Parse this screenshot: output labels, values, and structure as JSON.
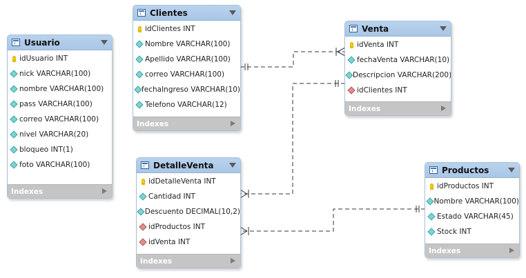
{
  "tables": {
    "usuario": {
      "title": "Usuario",
      "indexes_label": "Indexes",
      "columns": [
        {
          "text": "idUsuario INT",
          "kind": "pk"
        },
        {
          "text": "nick VARCHAR(100)",
          "kind": "col"
        },
        {
          "text": "nombre VARCHAR(100)",
          "kind": "col"
        },
        {
          "text": "pass VARCHAR(100)",
          "kind": "col"
        },
        {
          "text": "correo VARCHAR(100)",
          "kind": "col"
        },
        {
          "text": "nivel VARCHAR(20)",
          "kind": "col"
        },
        {
          "text": "bloqueo INT(1)",
          "kind": "col"
        },
        {
          "text": "foto VARCHAR(100)",
          "kind": "col"
        }
      ]
    },
    "clientes": {
      "title": "Clientes",
      "indexes_label": "Indexes",
      "columns": [
        {
          "text": "idClientes INT",
          "kind": "pk"
        },
        {
          "text": "Nombre VARCHAR(100)",
          "kind": "col"
        },
        {
          "text": "Apellido VARCHAR(100)",
          "kind": "col"
        },
        {
          "text": "correo VARCHAR(100)",
          "kind": "col"
        },
        {
          "text": "fechaIngreso VARCHAR(10)",
          "kind": "col"
        },
        {
          "text": "Telefono VARCHAR(12)",
          "kind": "col"
        }
      ]
    },
    "venta": {
      "title": "Venta",
      "indexes_label": "Indexes",
      "columns": [
        {
          "text": "idVenta INT",
          "kind": "pk"
        },
        {
          "text": "fechaVenta VARCHAR(10)",
          "kind": "col"
        },
        {
          "text": "Descripcion VARCHAR(200)",
          "kind": "col"
        },
        {
          "text": "idClientes INT",
          "kind": "fk"
        }
      ]
    },
    "detalleventa": {
      "title": "DetalleVenta",
      "indexes_label": "Indexes",
      "columns": [
        {
          "text": "idDetalleVenta INT",
          "kind": "pk"
        },
        {
          "text": "Cantidad INT",
          "kind": "col"
        },
        {
          "text": "Descuento DECIMAL(10,2)",
          "kind": "col"
        },
        {
          "text": "idProductos INT",
          "kind": "fk"
        },
        {
          "text": "idVenta INT",
          "kind": "fk"
        }
      ]
    },
    "productos": {
      "title": "Productos",
      "indexes_label": "Indexes",
      "columns": [
        {
          "text": "idProductos INT",
          "kind": "pk"
        },
        {
          "text": "Nombre VARCHAR(100)",
          "kind": "col"
        },
        {
          "text": "Estado VARCHAR(45)",
          "kind": "col"
        },
        {
          "text": "Stock INT",
          "kind": "col"
        }
      ]
    }
  },
  "relationships": [
    {
      "from": "clientes",
      "to": "venta",
      "from_card": "one",
      "to_card": "many"
    },
    {
      "from": "venta",
      "to": "detalleventa",
      "from_card": "one",
      "to_card": "many"
    },
    {
      "from": "productos",
      "to": "detalleventa",
      "from_card": "one",
      "to_card": "many"
    }
  ],
  "colors": {
    "header": "#b0cbea",
    "indexes_bar": "#c5c5c5",
    "primary_key": "#e9b800",
    "column": "#7fd3d3",
    "foreign_key": "#e08f8f",
    "line": "#333333"
  }
}
